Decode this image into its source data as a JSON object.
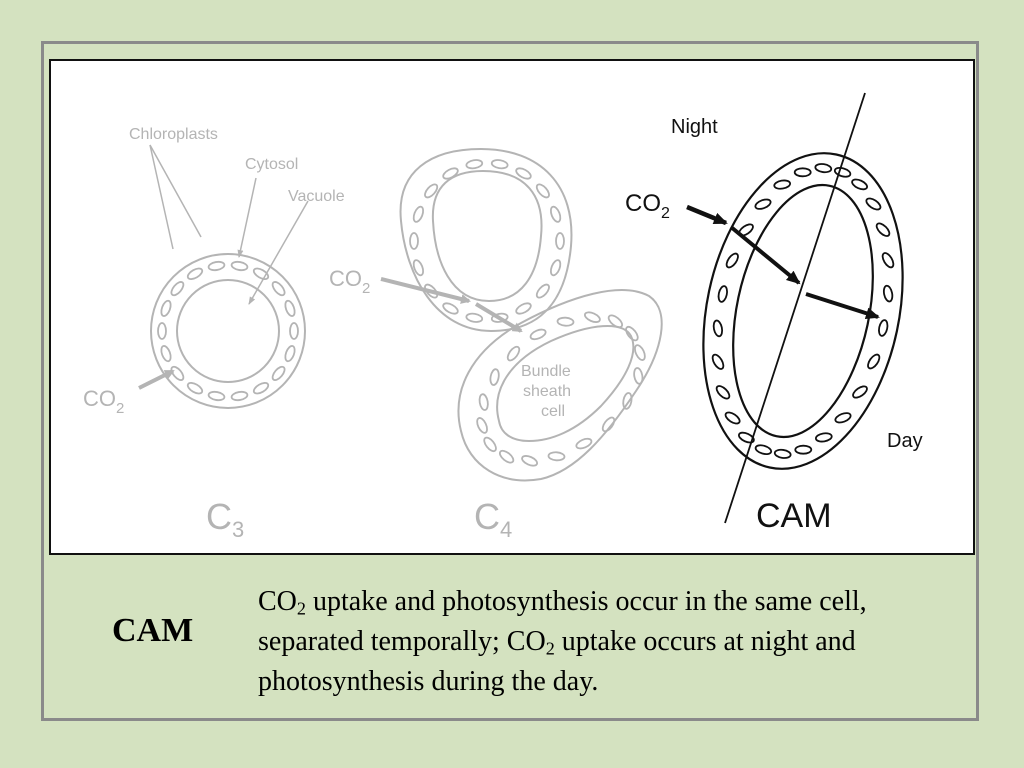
{
  "figure": {
    "c3": {
      "label_chloroplasts": "Chloroplasts",
      "label_cytosol": "Cytosol",
      "label_vacuole": "Vacuole",
      "label_co2_main": "CO",
      "label_co2_sub": "2",
      "title_main": "C",
      "title_sub": "3"
    },
    "c4": {
      "label_co2_main": "CO",
      "label_co2_sub": "2",
      "bundle_line1": "Bundle",
      "bundle_line2": "sheath",
      "bundle_line3": "cell",
      "title_main": "C",
      "title_sub": "4"
    },
    "cam": {
      "label_night": "Night",
      "label_day": "Day",
      "label_co2_main": "CO",
      "label_co2_sub": "2",
      "title": "CAM"
    },
    "colors": {
      "faded": "#b4b4b4",
      "dark": "#111111",
      "background": "#d4e2c0"
    }
  },
  "caption": {
    "term": "CAM",
    "part1": "CO",
    "sub1": "2",
    "part2": " uptake and photosynthesis occur in the same cell, separated temporally; CO",
    "sub2": "2",
    "part3": " uptake occurs at night and photosynthesis during the day."
  }
}
